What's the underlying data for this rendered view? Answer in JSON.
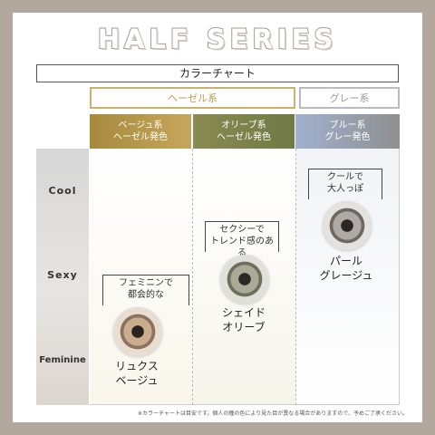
{
  "title": "HALF SERIES",
  "chart_label": "カラーチャート",
  "groups": [
    {
      "label": "ヘーゼル系"
    },
    {
      "label": "グレー系"
    }
  ],
  "columns": [
    {
      "line1": "ベージュ系",
      "line2": "ヘーゼル発色"
    },
    {
      "line1": "オリーブ系",
      "line2": "ヘーゼル発色"
    },
    {
      "line1": "ブルー系",
      "line2": "グレー発色"
    }
  ],
  "rows": [
    {
      "label": "Cool"
    },
    {
      "label": "Sexy"
    },
    {
      "label": "Feminine"
    }
  ],
  "lenses": [
    {
      "tag_line1": "フェミニンで",
      "tag_line2": "都会的な",
      "name_line1": "リュクス",
      "name_line2": "ベージュ",
      "color": "#a28b71"
    },
    {
      "tag_line1": "セクシーで",
      "tag_line2": "トレンド感のある",
      "name_line1": "シェイド",
      "name_line2": "オリーブ",
      "color": "#8e9183"
    },
    {
      "tag_line1": "クールで",
      "tag_line2": "大人っぽ",
      "name_line1": "パール",
      "name_line2": "グレージュ",
      "color": "#8e8a86"
    }
  ],
  "footnote": "※カラーチャートは目安です。個人の瞳の色により見た目が異なる場合がありますので、予めご了承ください。"
}
